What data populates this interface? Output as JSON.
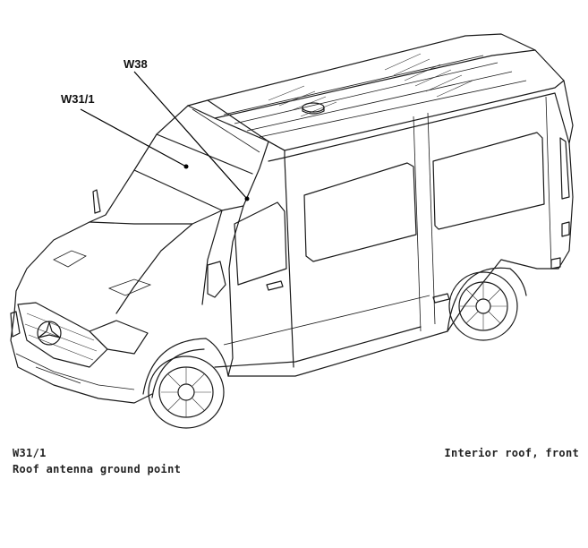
{
  "callouts": {
    "w38": "W38",
    "w31_1": "W31/1"
  },
  "caption": {
    "component_code": "W31/1",
    "component_description": "Roof antenna ground point",
    "location": "Interior roof, front"
  }
}
